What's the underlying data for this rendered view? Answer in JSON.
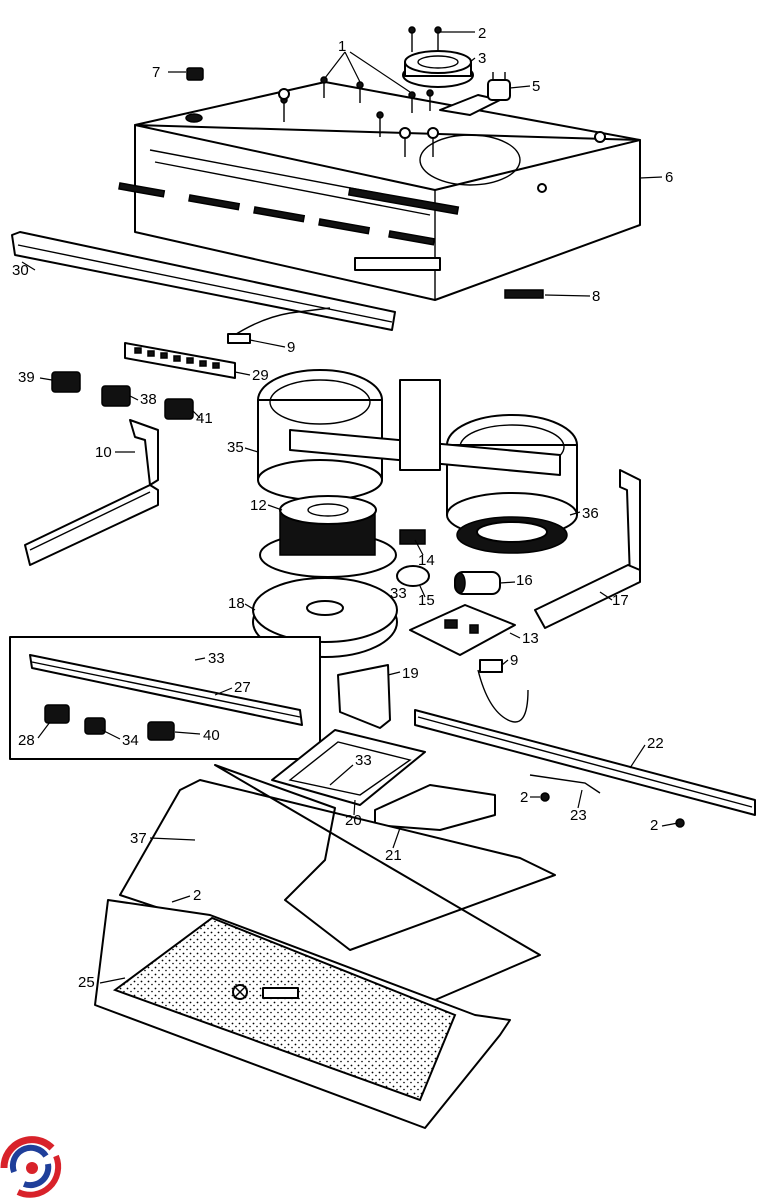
{
  "diagram": {
    "callouts": [
      {
        "id": "c1",
        "text": "1"
      },
      {
        "id": "c2a",
        "text": "2"
      },
      {
        "id": "c3",
        "text": "3"
      },
      {
        "id": "c5",
        "text": "5"
      },
      {
        "id": "c6",
        "text": "6"
      },
      {
        "id": "c7",
        "text": "7"
      },
      {
        "id": "c8",
        "text": "8"
      },
      {
        "id": "c9a",
        "text": "9"
      },
      {
        "id": "c29",
        "text": "29"
      },
      {
        "id": "c30",
        "text": "30"
      },
      {
        "id": "c39",
        "text": "39"
      },
      {
        "id": "c38",
        "text": "38"
      },
      {
        "id": "c41",
        "text": "41"
      },
      {
        "id": "c10",
        "text": "10"
      },
      {
        "id": "c35",
        "text": "35"
      },
      {
        "id": "c12",
        "text": "12"
      },
      {
        "id": "c36",
        "text": "36"
      },
      {
        "id": "c14",
        "text": "14"
      },
      {
        "id": "c16",
        "text": "16"
      },
      {
        "id": "c33a",
        "text": "33"
      },
      {
        "id": "c15",
        "text": "15"
      },
      {
        "id": "c17",
        "text": "17"
      },
      {
        "id": "c18",
        "text": "18"
      },
      {
        "id": "c13",
        "text": "13"
      },
      {
        "id": "c9b",
        "text": "9"
      },
      {
        "id": "c33b",
        "text": "33"
      },
      {
        "id": "c27",
        "text": "27"
      },
      {
        "id": "c19",
        "text": "19"
      },
      {
        "id": "c28",
        "text": "28"
      },
      {
        "id": "c34",
        "text": "34"
      },
      {
        "id": "c40",
        "text": "40"
      },
      {
        "id": "c22",
        "text": "22"
      },
      {
        "id": "c33c",
        "text": "33"
      },
      {
        "id": "c2b",
        "text": "2"
      },
      {
        "id": "c23",
        "text": "23"
      },
      {
        "id": "c2c",
        "text": "2"
      },
      {
        "id": "c20",
        "text": "20"
      },
      {
        "id": "c37",
        "text": "37"
      },
      {
        "id": "c21",
        "text": "21"
      },
      {
        "id": "c2d",
        "text": "2"
      },
      {
        "id": "c25",
        "text": "25"
      }
    ]
  },
  "logo": {
    "icon": "swirl-logo-icon",
    "colors": {
      "red": "#d8222a",
      "blue": "#1f3f9a"
    }
  }
}
